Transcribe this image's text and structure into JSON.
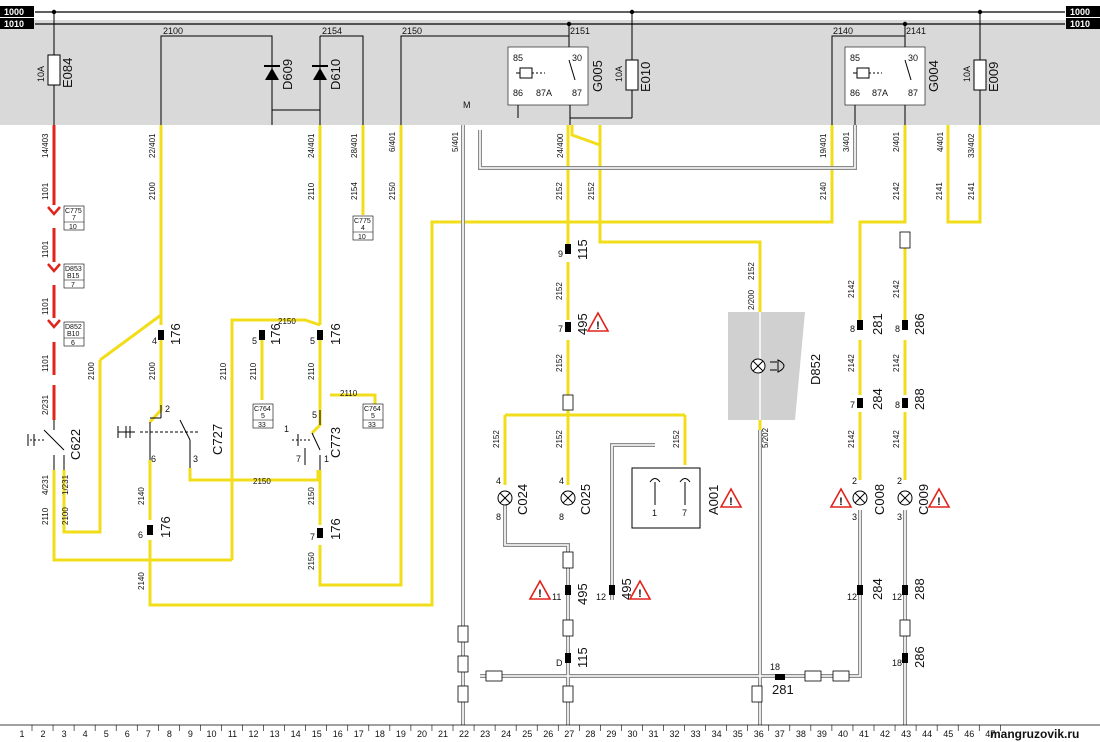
{
  "bus": {
    "top": "1000",
    "bottom": "1010"
  },
  "fuses": [
    {
      "id": "E084",
      "rating": "10A"
    },
    {
      "id": "E010",
      "rating": "10A"
    },
    {
      "id": "E009",
      "rating": "10A"
    }
  ],
  "diodes": [
    "D609",
    "D610"
  ],
  "relays": [
    {
      "id": "G005",
      "pins": [
        "85",
        "30",
        "86",
        "87A",
        "87"
      ]
    },
    {
      "id": "G004",
      "pins": [
        "85",
        "30",
        "86",
        "87A",
        "87"
      ]
    }
  ],
  "panel_wires": [
    "2100",
    "2154",
    "2150",
    "2151",
    "2140",
    "2141"
  ],
  "ground_label": "M",
  "top_pins": [
    "14/403",
    "22/401",
    "24/401",
    "28/401",
    "6/401",
    "5/401",
    "24/400",
    "19/401",
    "3/401",
    "2/401",
    "4/401",
    "33/402"
  ],
  "wires": {
    "w1101": "1101",
    "w2100": "2100",
    "w2110": "2110",
    "w2154": "2154",
    "w2150": "2150",
    "w2152": "2152",
    "w2140": "2140",
    "w2141": "2141",
    "w2142": "2142"
  },
  "connector_boxes": [
    [
      "C775",
      "7",
      "10"
    ],
    [
      "C775",
      "4",
      "10"
    ],
    [
      "D853",
      "B15",
      "7"
    ],
    [
      "D852",
      "B10",
      "6"
    ],
    [
      "C764",
      "5",
      "33"
    ],
    [
      "C764",
      "5",
      "33"
    ]
  ],
  "connectors": [
    "115",
    "495",
    "176",
    "281",
    "286",
    "284",
    "288"
  ],
  "components": [
    "C622",
    "C727",
    "C773",
    "C024",
    "C025",
    "A001",
    "D852",
    "C008",
    "C009"
  ],
  "pin_labels": [
    "9",
    "7",
    "4",
    "5",
    "8",
    "1",
    "2",
    "3",
    "6",
    "11",
    "12",
    "18",
    "D",
    "2/231",
    "4/231",
    "1/231",
    "2/200",
    "5/202"
  ],
  "ruler": [
    "1",
    "2",
    "3",
    "4",
    "5",
    "6",
    "7",
    "8",
    "9",
    "10",
    "11",
    "12",
    "13",
    "14",
    "15",
    "16",
    "17",
    "18",
    "19",
    "20",
    "21",
    "22",
    "23",
    "24",
    "25",
    "26",
    "27",
    "28",
    "29",
    "30",
    "31",
    "32",
    "33",
    "34",
    "35",
    "36",
    "37",
    "38",
    "39",
    "40",
    "41",
    "42",
    "43",
    "44",
    "45",
    "46",
    "47"
  ],
  "watermark": "mangruzovik.ru",
  "colors": {
    "yellow": "#f2dd1a",
    "red": "#e0231b",
    "grey_panel": "#d9d9d9",
    "warning": "#e0231b"
  }
}
